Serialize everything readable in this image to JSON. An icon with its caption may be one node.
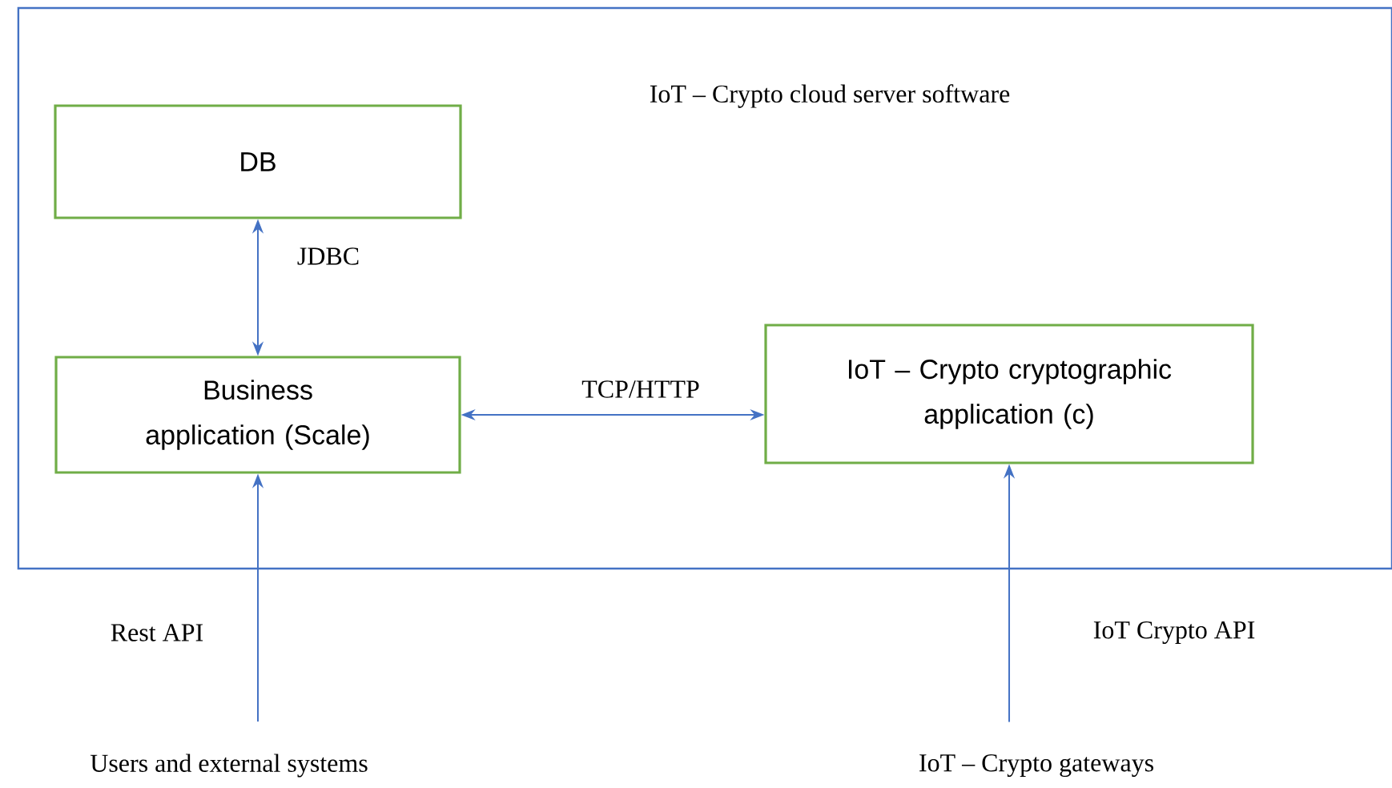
{
  "diagram": {
    "nodes": [
      {
        "text": [
          "IoT – Crypto cloud server software"
        ]
      },
      {
        "text": [
          "DB"
        ],
        "in": 0
      },
      {
        "text": [
          "Business application (Scale)"
        ],
        "in": 0
      },
      {
        "text": [
          "IoT – Crypto cryptographic application (c)"
        ],
        "in": 0
      },
      {
        "text": [
          "Users and external systems"
        ]
      },
      {
        "text": [
          "IoT – Crypto gateways"
        ]
      }
    ],
    "edges": [
      {
        "from": 1,
        "to": 2,
        "arrow": "both",
        "label": "JDBC"
      },
      {
        "from": 2,
        "to": 3,
        "arrow": "both",
        "label": "TCP/HTTP"
      },
      {
        "from": 4,
        "to": 2,
        "arrow": "to",
        "label": "Rest API"
      },
      {
        "from": 5,
        "to": 3,
        "arrow": "to",
        "label": "IoT Crypto API"
      }
    ]
  }
}
